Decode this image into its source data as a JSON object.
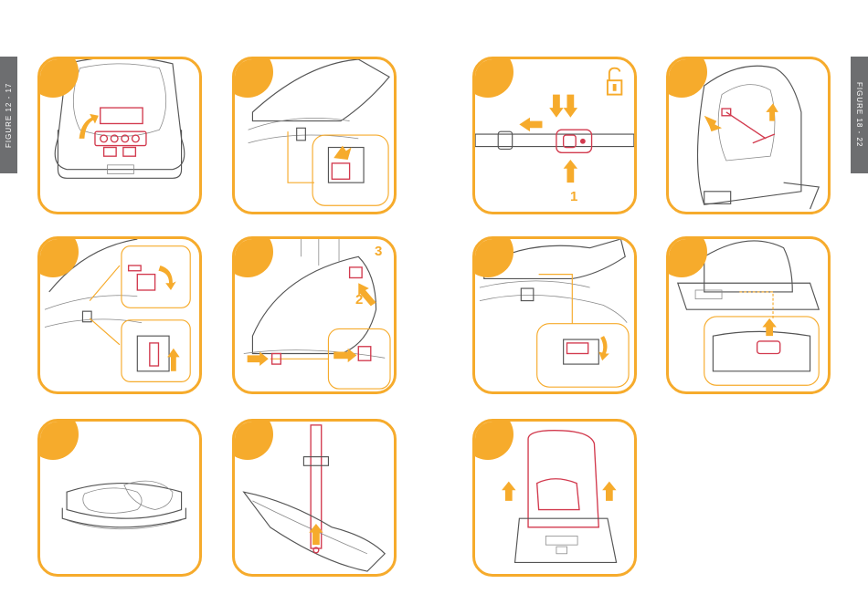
{
  "side_tabs": {
    "left": "FIGURE 12 - 17",
    "right": "FIGURE 18 - 22"
  },
  "figure_numbers": {
    "buckle_step": "1",
    "frame_step_2": "2",
    "frame_step_3": "3"
  },
  "colors": {
    "accent": "#f6ab2c",
    "highlight": "#d23a4e",
    "tab": "#6d6e70"
  },
  "icons": [
    "unlock-icon",
    "arrow-icon"
  ]
}
